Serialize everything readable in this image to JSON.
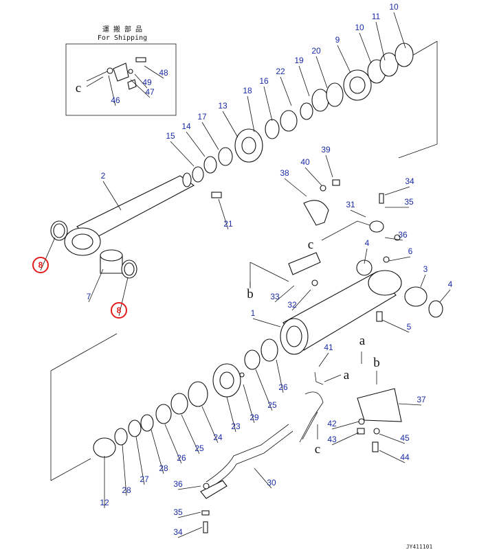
{
  "diagram": {
    "shipping_caption_jp": "運 搬 部 品",
    "shipping_caption_en": "For Shipping",
    "drawing_code": "JY411101",
    "flow_letters": [
      "c",
      "c",
      "b",
      "a",
      "b",
      "a",
      "c",
      "a"
    ],
    "labels": [
      "10",
      "11",
      "10",
      "9",
      "20",
      "19",
      "22",
      "16",
      "18",
      "13",
      "17",
      "14",
      "15",
      "2",
      "21",
      "8",
      "7",
      "8",
      "48",
      "47",
      "49",
      "46",
      "39",
      "40",
      "38",
      "34",
      "35",
      "31",
      "36",
      "4",
      "6",
      "3",
      "4",
      "5",
      "33",
      "32",
      "1",
      "41",
      "26",
      "25",
      "37",
      "29",
      "23",
      "24",
      "25",
      "26",
      "28",
      "27",
      "28",
      "12",
      "42",
      "43",
      "45",
      "44",
      "30",
      "36",
      "35",
      "34"
    ],
    "highlighted": [
      "8",
      "8"
    ]
  }
}
